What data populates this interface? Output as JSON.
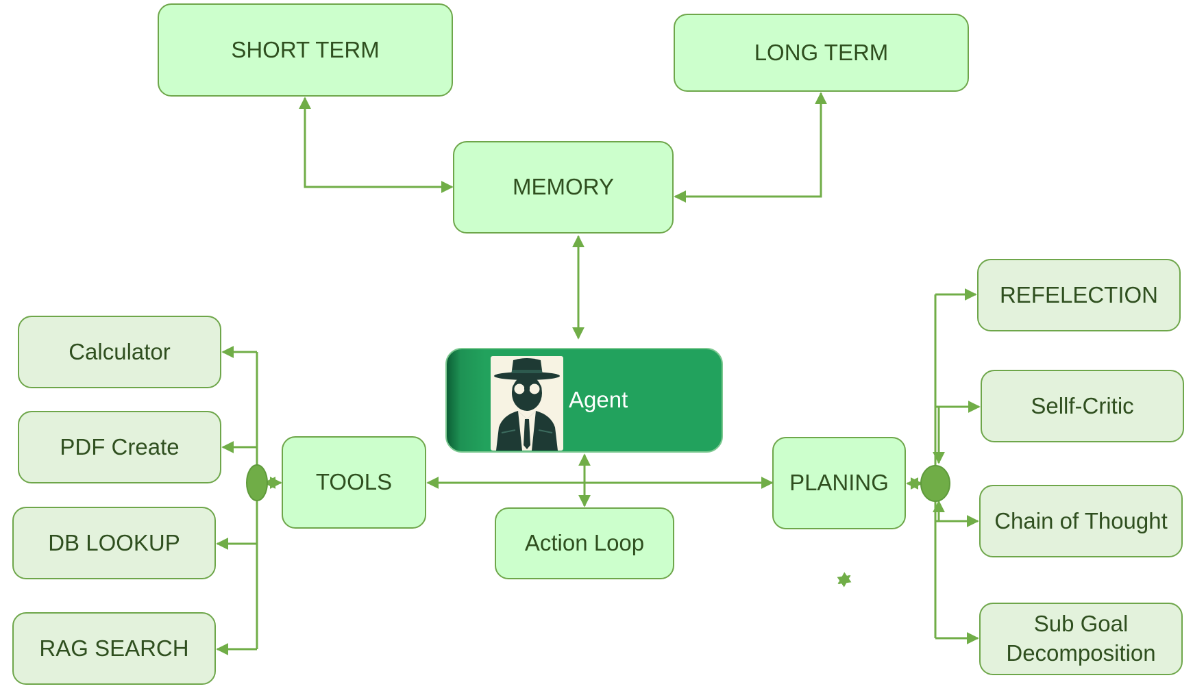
{
  "nodes": {
    "short_term": "SHORT TERM",
    "long_term": "LONG TERM",
    "memory": "MEMORY",
    "agent": "Agent",
    "tools": "TOOLS",
    "action_loop": "Action Loop",
    "planing": "PLANING",
    "calculator": "Calculator",
    "pdf_create": "PDF Create",
    "db_lookup": "DB LOOKUP",
    "rag_search": "RAG SEARCH",
    "reflection": "REFELECTION",
    "self_critic": "Sellf-Critic",
    "chain_of_thought": "Chain of Thought",
    "sub_goal_line1": "Sub Goal",
    "sub_goal_line2": "Decomposition"
  },
  "icons": {
    "agent_avatar": "spy-agent-icon"
  },
  "colors": {
    "node_bright_fill": "#ccffcc",
    "node_pale_fill": "#e3f2dc",
    "border": "#6ea64a",
    "connector": "#70ad47",
    "agent_fill": "#22a25d",
    "text": "#2f4f1f"
  }
}
